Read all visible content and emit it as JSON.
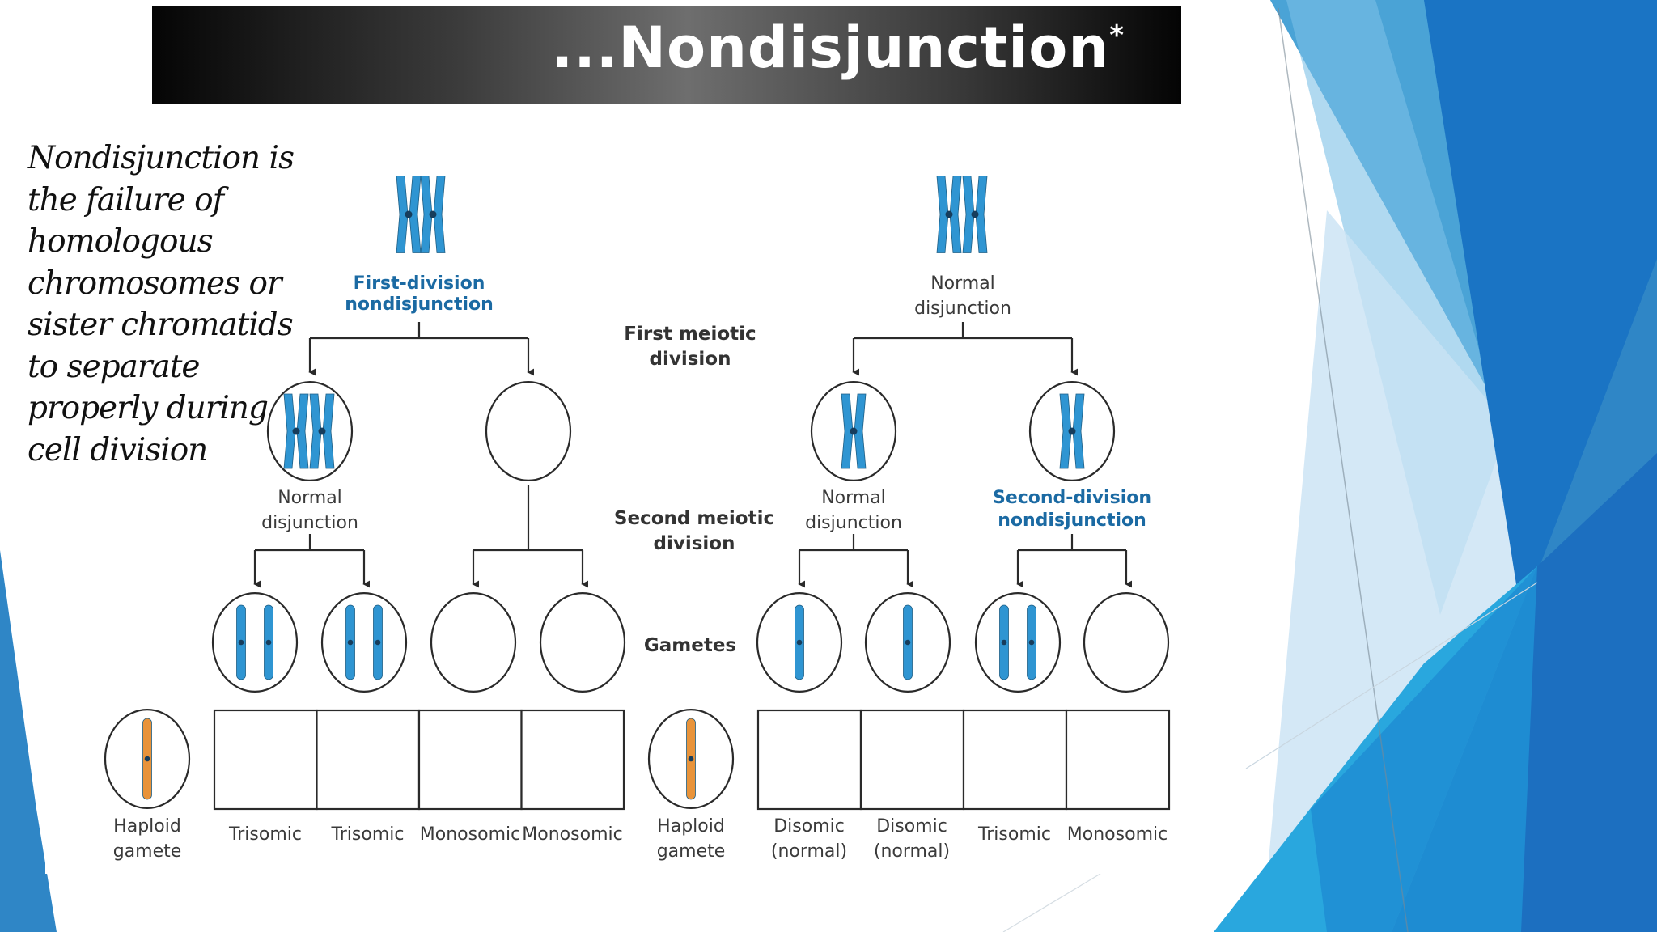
{
  "title": "...Nondisjunction",
  "title_mark": "*",
  "side_text": "Nondisjunction is the failure of homologous chromosomes or sister chromatids to separate properly during cell division",
  "colors": {
    "blue_chrom": "#2f95d2",
    "orange_chrom": "#e8933a",
    "accent_blue": "#1b6aa3"
  },
  "stage_labels": {
    "first": [
      "First meiotic",
      "division"
    ],
    "second": [
      "Second meiotic",
      "division"
    ],
    "gametes": "Gametes"
  },
  "left": {
    "top_label": [
      "First-division",
      "nondisjunction"
    ],
    "mid_label": [
      "Normal",
      "disjunction"
    ],
    "haploid": [
      "Haploid",
      "gamete"
    ],
    "results": [
      "Trisomic",
      "Trisomic",
      "Monosomic",
      "Monosomic"
    ]
  },
  "right": {
    "top_label": [
      "Normal",
      "disjunction"
    ],
    "mid_left_label": [
      "Normal",
      "disjunction"
    ],
    "mid_right_label": [
      "Second-division",
      "nondisjunction"
    ],
    "haploid": [
      "Haploid",
      "gamete"
    ],
    "results": [
      [
        "Disomic",
        "(normal)"
      ],
      [
        "Disomic",
        "(normal)"
      ],
      [
        "Trisomic"
      ],
      [
        "Monosomic"
      ]
    ]
  }
}
